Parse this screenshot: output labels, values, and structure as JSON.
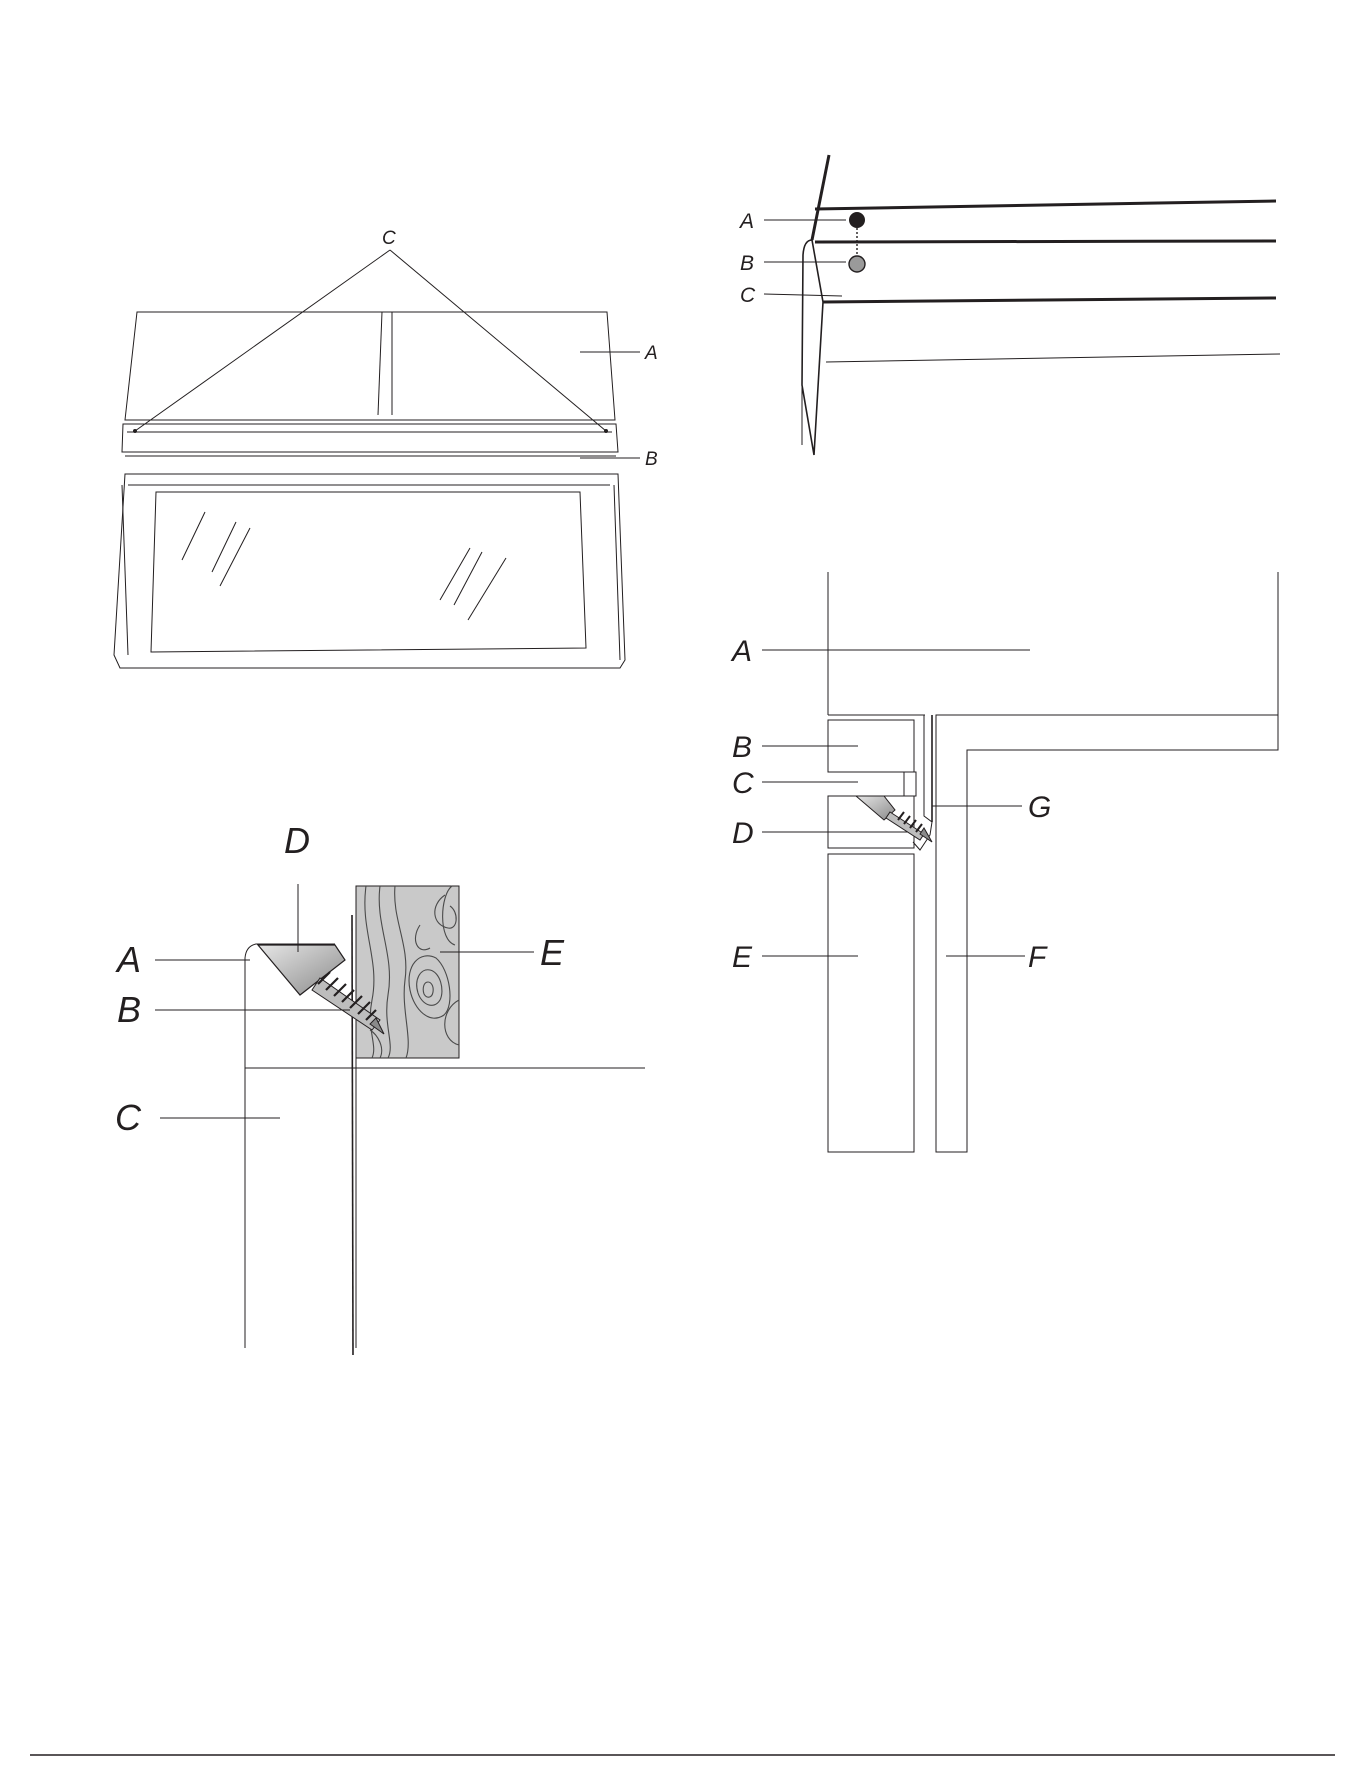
{
  "fig1": {
    "labels": {
      "A": "A",
      "B": "B",
      "C": "C"
    }
  },
  "fig2": {
    "labels": {
      "A": "A",
      "B": "B",
      "C": "C"
    }
  },
  "fig3": {
    "labels": {
      "A": "A",
      "B": "B",
      "C": "C",
      "D": "D",
      "E": "E"
    }
  },
  "fig4": {
    "labels": {
      "A": "A",
      "B": "B",
      "C": "C",
      "D": "D",
      "E": "E",
      "F": "F",
      "G": "G"
    }
  },
  "colors": {
    "ink": "#231f20",
    "screw_gray": "#9a9a9a",
    "cap_black": "#231f20",
    "wood_bg": "#c9c9c9"
  }
}
